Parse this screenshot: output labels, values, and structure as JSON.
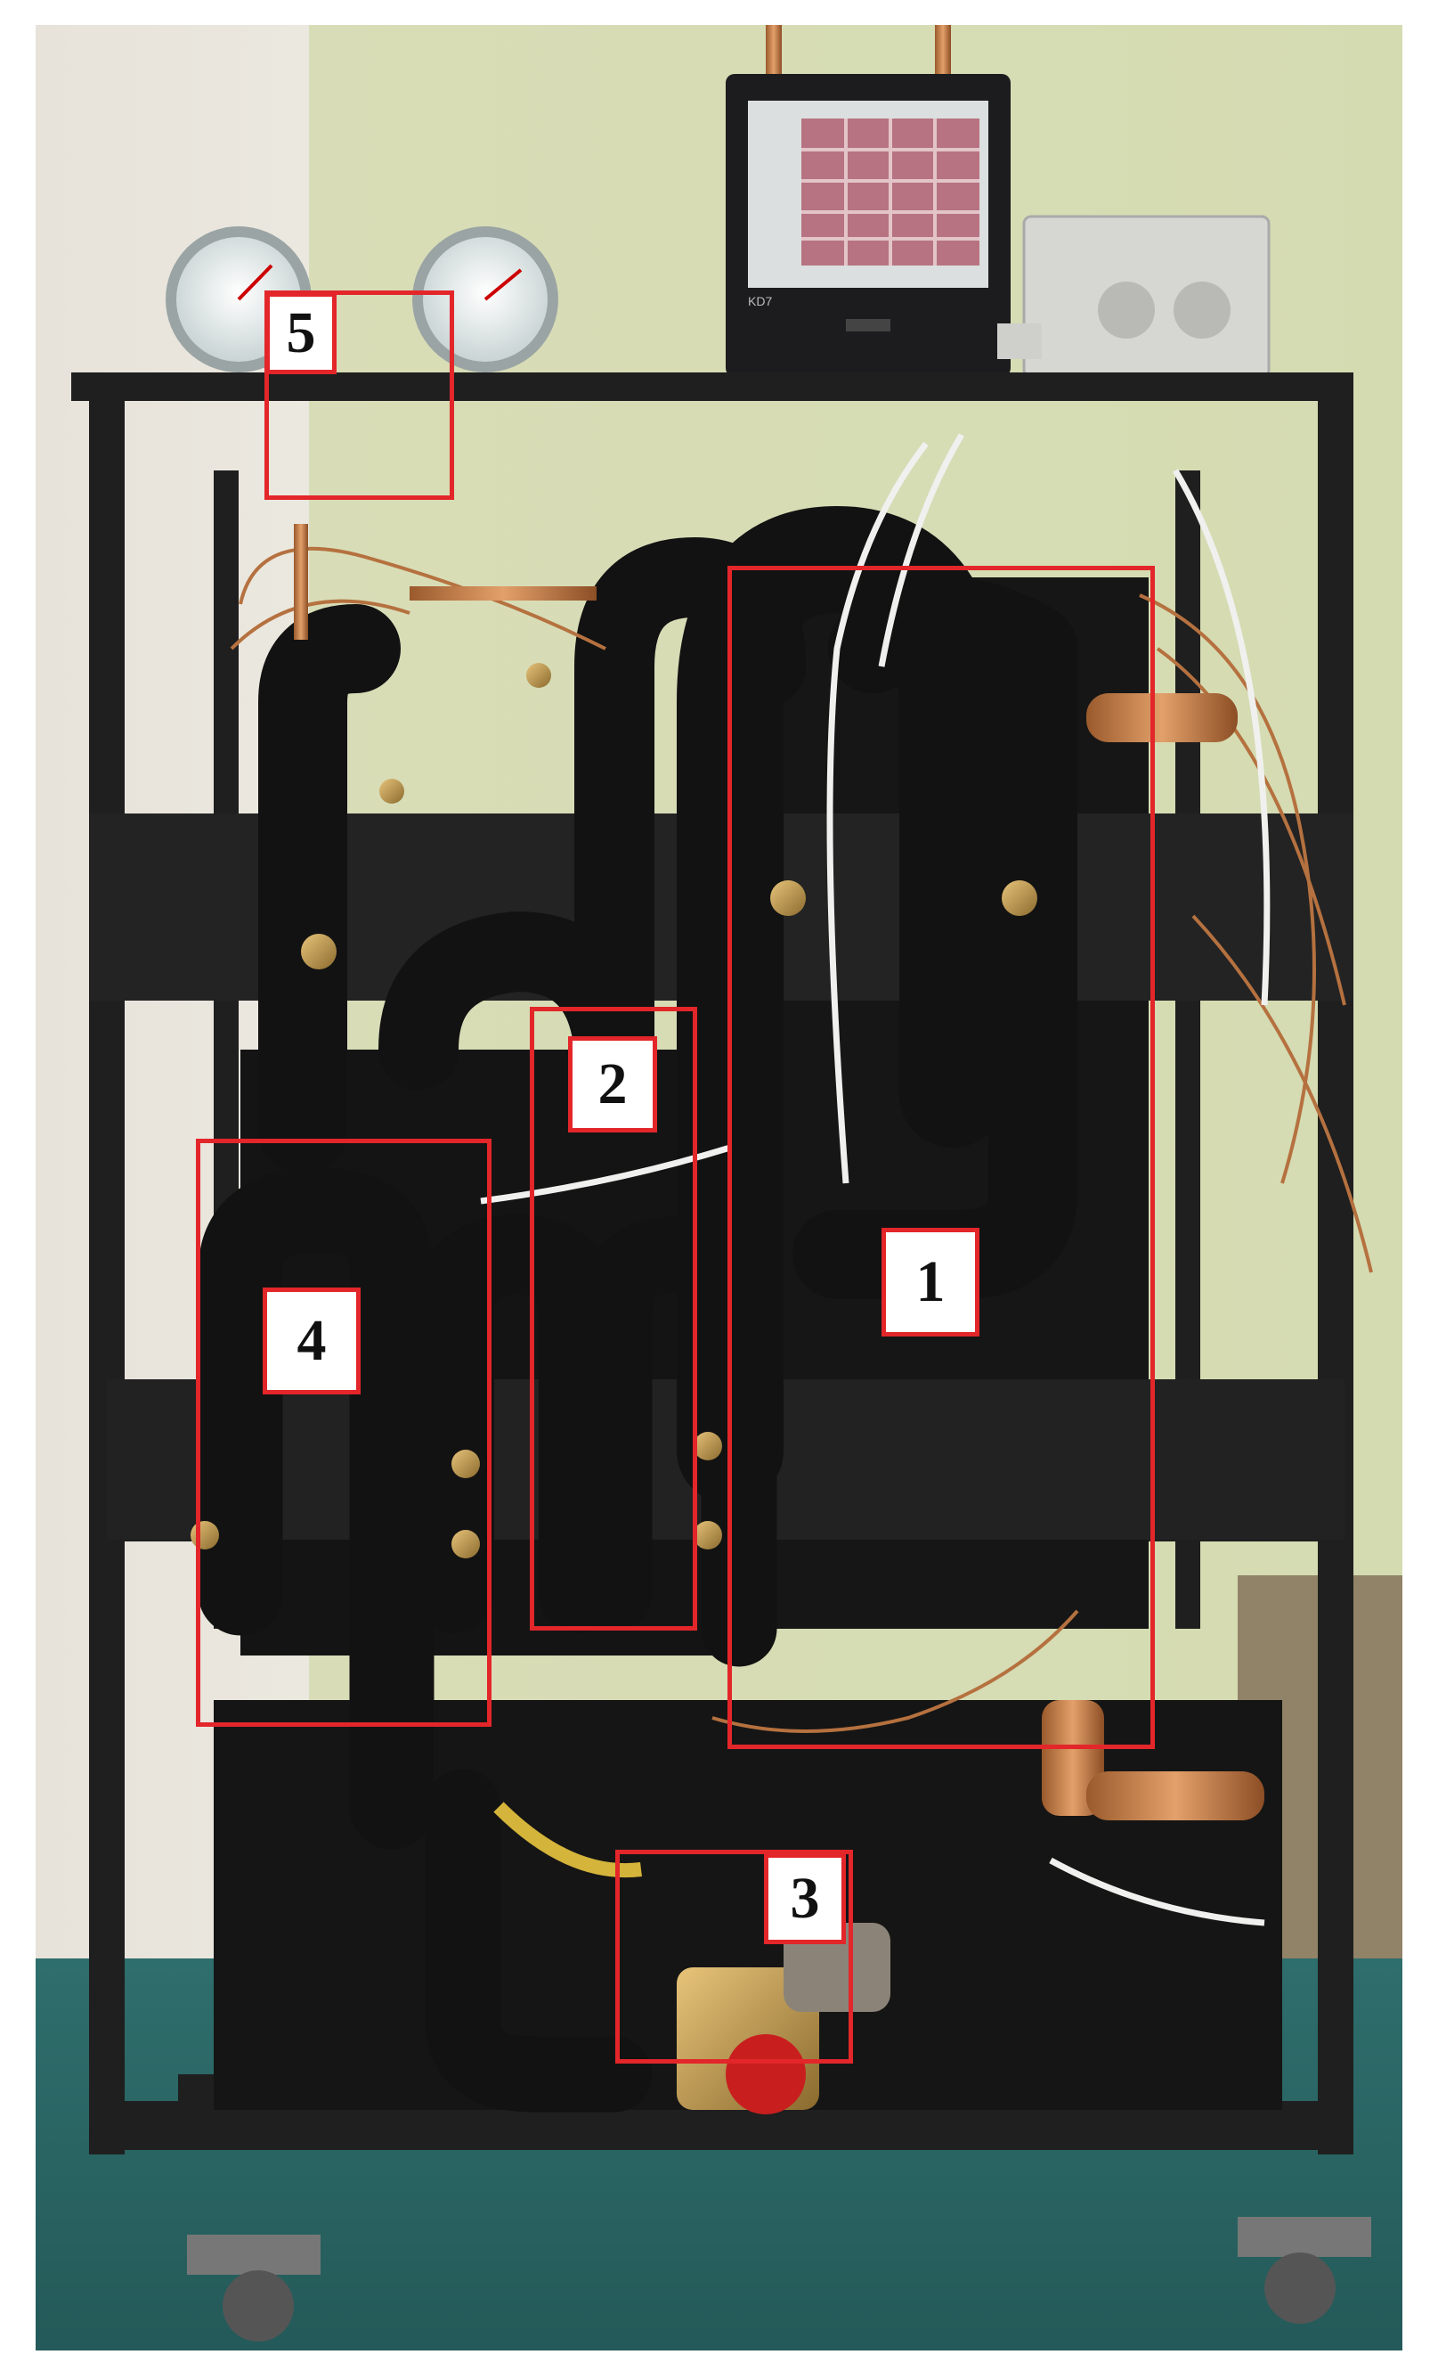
{
  "figure": {
    "description_visible_text_only": true,
    "accent_color": "#e3262a",
    "callouts": [
      {
        "id": "callout-1",
        "label": "1"
      },
      {
        "id": "callout-2",
        "label": "2"
      },
      {
        "id": "callout-3",
        "label": "3"
      },
      {
        "id": "callout-4",
        "label": "4"
      },
      {
        "id": "callout-5",
        "label": "5"
      }
    ],
    "monitor_brand": "KD7"
  }
}
